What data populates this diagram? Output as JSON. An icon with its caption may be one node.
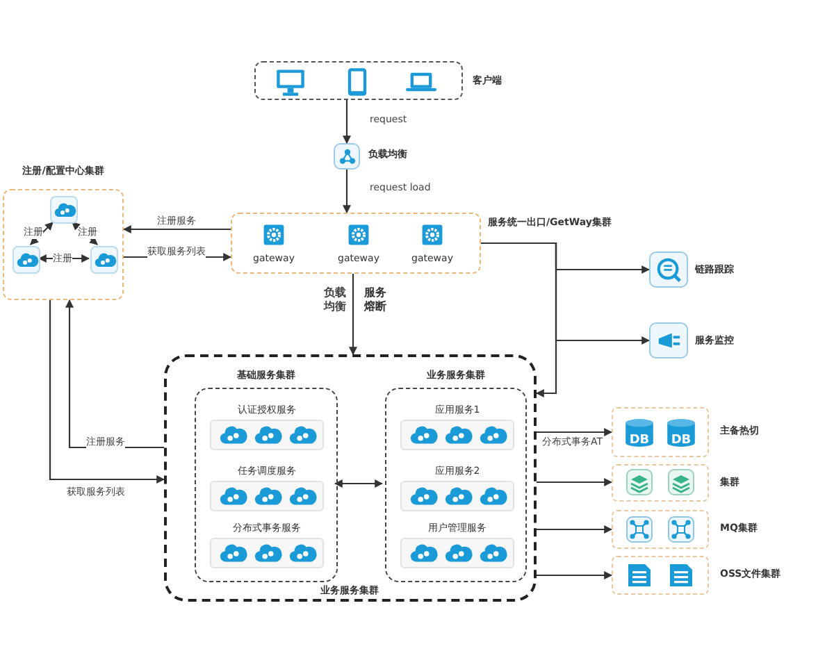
{
  "diagram": {
    "nodes": [
      {
        "text": [
          "客户端"
        ]
      },
      {
        "text": [
          "负载均衡"
        ]
      },
      {
        "text": [
          "服务统一出口/GetWay集群"
        ]
      },
      {
        "text": [
          "gateway"
        ],
        "in": 2
      },
      {
        "text": [
          "gateway"
        ],
        "in": 2
      },
      {
        "text": [
          "gateway"
        ],
        "in": 2
      },
      {
        "text": [
          "注册/配置中心集群"
        ]
      },
      {
        "text": [],
        "shape": "box",
        "in": 6
      },
      {
        "text": [],
        "shape": "box",
        "in": 6
      },
      {
        "text": [],
        "shape": "box",
        "in": 6
      },
      {
        "text": [
          "链路跟踪"
        ]
      },
      {
        "text": [
          "服务监控"
        ]
      },
      {
        "text": [
          "业务服务集群"
        ]
      },
      {
        "text": [
          "基础服务集群"
        ],
        "in": 12
      },
      {
        "text": [
          "业务服务集群"
        ],
        "in": 12
      },
      {
        "text": [
          "认证授权服务"
        ],
        "in": 13
      },
      {
        "text": [
          "任务调度服务"
        ],
        "in": 13
      },
      {
        "text": [
          "分布式事务服务"
        ],
        "in": 13
      },
      {
        "text": [
          "应用服务1"
        ],
        "in": 14
      },
      {
        "text": [
          "应用服务2"
        ],
        "in": 14
      },
      {
        "text": [
          "用户管理服务"
        ],
        "in": 14
      },
      {
        "text": [
          "主备热切"
        ]
      },
      {
        "text": [
          "集群"
        ]
      },
      {
        "text": [
          "MQ集群"
        ]
      },
      {
        "text": [
          "OSS文件集群"
        ]
      }
    ],
    "edges": [
      {
        "from": 0,
        "to": 1,
        "arrow": "to",
        "label": "request"
      },
      {
        "from": 1,
        "to": 2,
        "arrow": "to",
        "label": "request load"
      },
      {
        "from": 2,
        "to": 6,
        "arrow": "to",
        "label": "注册服务"
      },
      {
        "from": 6,
        "to": 2,
        "arrow": "to",
        "label": "获取服务列表"
      },
      {
        "from": 7,
        "to": 8,
        "arrow": "both",
        "label": "注册"
      },
      {
        "from": 7,
        "to": 9,
        "arrow": "both",
        "label": "注册"
      },
      {
        "from": 8,
        "to": 9,
        "arrow": "both",
        "label": "注册"
      },
      {
        "from": 2,
        "to": 12,
        "arrow": "to",
        "label": "负载均衡"
      },
      {
        "from": 2,
        "to": 10,
        "arrow": "to"
      },
      {
        "from": 2,
        "to": 11,
        "arrow": "to"
      },
      {
        "from": 2,
        "to": 12,
        "arrow": "to"
      },
      {
        "from": 12,
        "to": 6,
        "arrow": "to",
        "label": "注册服务"
      },
      {
        "from": 6,
        "to": 12,
        "arrow": "to",
        "label": "获取服务列表"
      },
      {
        "from": 13,
        "to": 14,
        "arrow": "both"
      },
      {
        "from": 12,
        "to": 21,
        "arrow": "to",
        "label": "分布式事务AT"
      },
      {
        "from": 12,
        "to": 22,
        "arrow": "to"
      },
      {
        "from": 12,
        "to": 23,
        "arrow": "to"
      },
      {
        "from": 12,
        "to": 24,
        "arrow": "to"
      }
    ],
    "labels": [
      "服务熔断",
      "DB",
      "DB"
    ]
  }
}
